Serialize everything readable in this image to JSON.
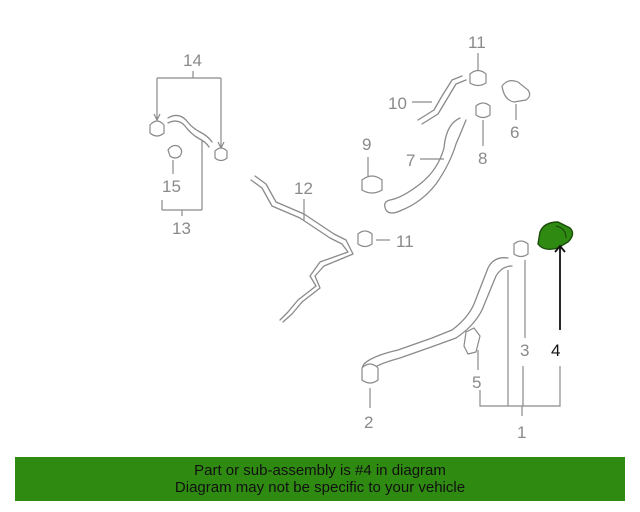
{
  "diagram": {
    "labels": {
      "p1": "1",
      "p2": "2",
      "p3": "3",
      "p4": "4",
      "p5": "5",
      "p6": "6",
      "p7": "7",
      "p8": "8",
      "p9": "9",
      "p10": "10",
      "p11a": "11",
      "p11b": "11",
      "p12": "12",
      "p13": "13",
      "p14": "14",
      "p15": "15"
    },
    "highlight_color": "#2f8a12",
    "part_color": "#8a8a8a"
  },
  "banner": {
    "line1": "Part or sub-assembly is #4 in diagram",
    "line2": "Diagram may not be specific to your vehicle",
    "color": "#2f8a12"
  }
}
